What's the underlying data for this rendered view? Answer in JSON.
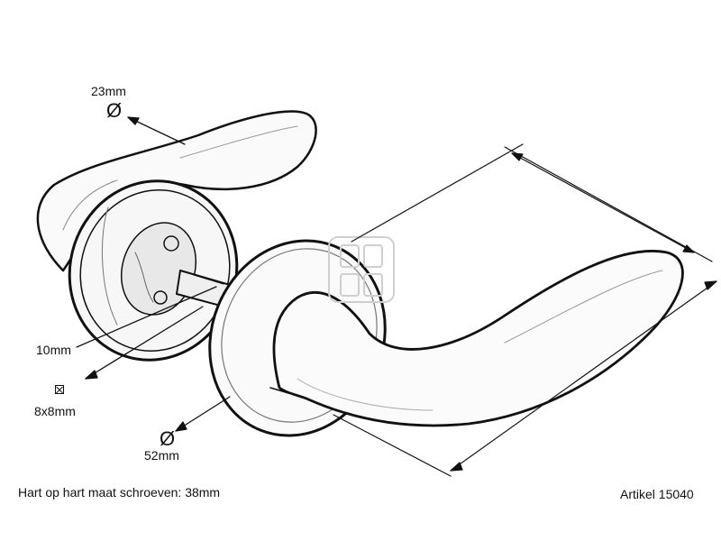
{
  "dimensions": {
    "top_rosette_diameter": {
      "symbol": "Ø",
      "value": "23mm"
    },
    "spindle_length": {
      "value": "10mm"
    },
    "spindle_square": {
      "value": "8x8mm"
    },
    "rosette_diameter": {
      "symbol": "Ø",
      "value": "52mm"
    }
  },
  "footer": {
    "screw_spacing": "Hart op hart maat schroeven: 38mm",
    "article": "Artikel 15040"
  },
  "colors": {
    "ink": "#111111",
    "background": "#ffffff"
  }
}
